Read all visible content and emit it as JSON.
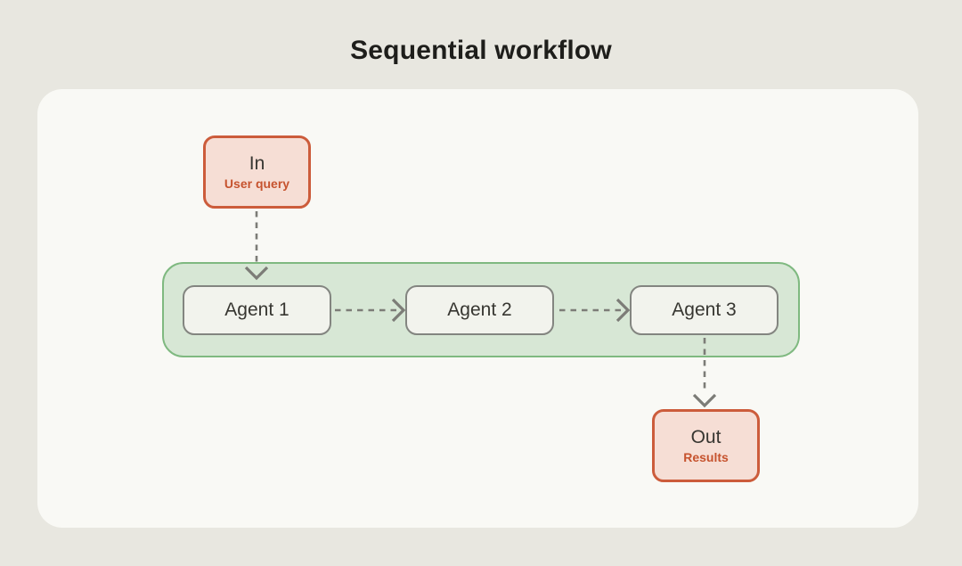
{
  "title": "Sequential workflow",
  "diagram": {
    "input_node": {
      "label": "In",
      "sublabel": "User query"
    },
    "agent_group": {
      "agents": [
        {
          "label": "Agent 1"
        },
        {
          "label": "Agent 2"
        },
        {
          "label": "Agent 3"
        }
      ]
    },
    "output_node": {
      "label": "Out",
      "sublabel": "Results"
    },
    "colors": {
      "page_background": "#e8e7e0",
      "card_background": "#f9f9f5",
      "io_node_fill": "#f6ded5",
      "io_node_border": "#cc5c3b",
      "io_node_sublabel_text": "#c6532e",
      "agent_group_fill": "#d7e7d5",
      "agent_group_border": "#7fb980",
      "agent_box_fill": "#f2f3ed",
      "agent_box_border": "#838580",
      "connector": "#7c7c77",
      "title_text": "#1e1e1b",
      "node_text": "#373631"
    }
  }
}
